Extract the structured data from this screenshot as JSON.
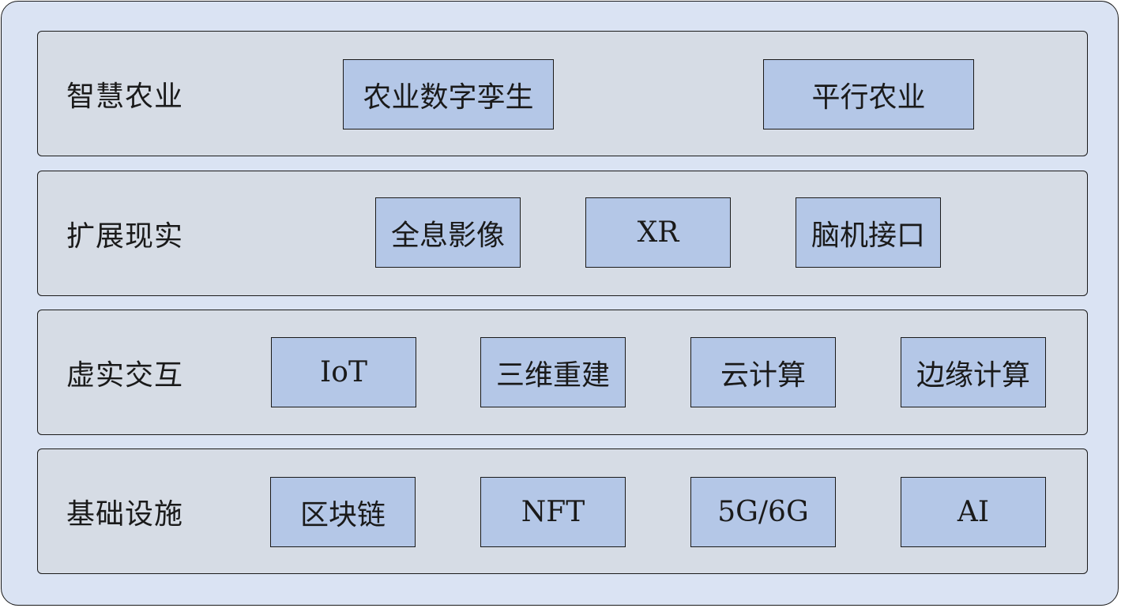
{
  "layers": [
    {
      "label": "智慧农业",
      "items": [
        "农业数字孪生",
        "平行农业"
      ]
    },
    {
      "label": "扩展现实",
      "items": [
        "全息影像",
        "XR",
        "脑机接口"
      ]
    },
    {
      "label": "虚实交互",
      "items": [
        "IoT",
        "三维重建",
        "云计算",
        "边缘计算"
      ]
    },
    {
      "label": "基础设施",
      "items": [
        "区块链",
        "NFT",
        "5G/6G",
        "AI"
      ]
    }
  ],
  "colors": {
    "outer_fill": "#dae3f3",
    "layer_fill": "#d6dce5",
    "box_fill": "#b4c7e7",
    "stroke": "#1a1a1a"
  }
}
